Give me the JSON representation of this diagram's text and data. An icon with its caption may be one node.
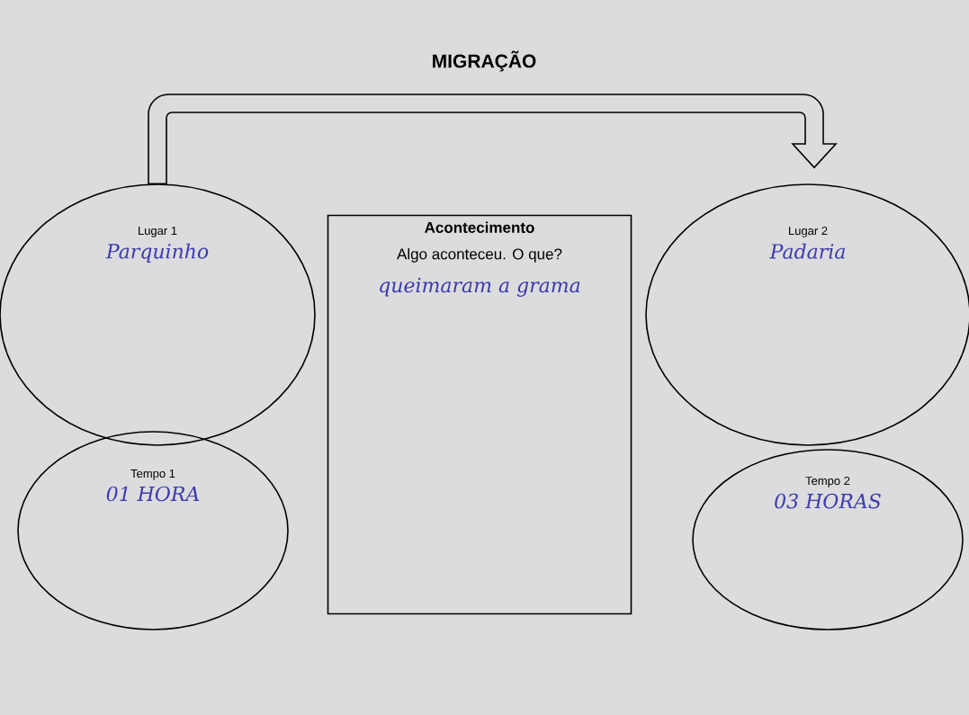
{
  "diagram": {
    "title": "MIGRAÇÃO",
    "nodes": [
      {
        "text": [
          "Lugar 1",
          "Parquinho"
        ]
      },
      {
        "text": [
          "Tempo 1",
          "01 HORA"
        ]
      },
      {
        "text": [
          "Acontecimento",
          "Algo aconteceu. O que?",
          "queimaram a grama"
        ]
      },
      {
        "text": [
          "Lugar 2",
          "Padaria"
        ]
      },
      {
        "text": [
          "Tempo 2",
          "03 HORAS"
        ]
      }
    ],
    "edges": [
      {
        "from": 0,
        "to": 3,
        "arrow": "to",
        "style": "thick"
      }
    ]
  }
}
